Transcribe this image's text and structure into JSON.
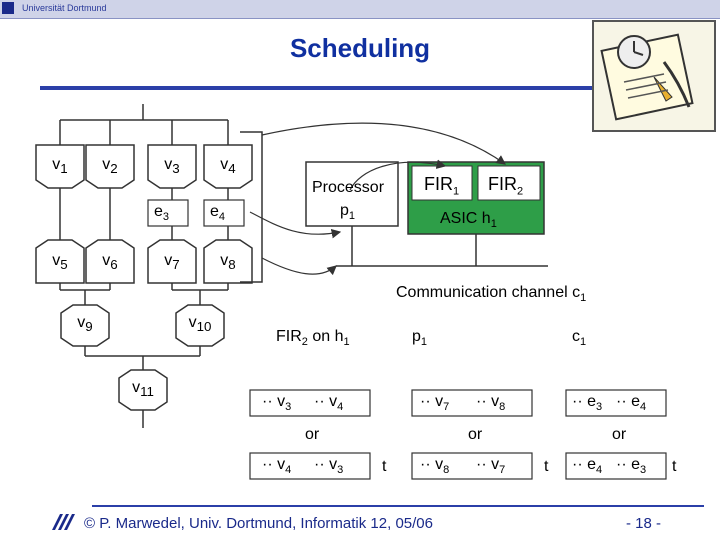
{
  "header": {
    "university": "Universität Dortmund",
    "title": "Scheduling"
  },
  "graph": {
    "nodes": [
      {
        "id": "v1",
        "label": "v",
        "sub": "1"
      },
      {
        "id": "v2",
        "label": "v",
        "sub": "2"
      },
      {
        "id": "v3",
        "label": "v",
        "sub": "3"
      },
      {
        "id": "v4",
        "label": "v",
        "sub": "4"
      },
      {
        "id": "v5",
        "label": "v",
        "sub": "5"
      },
      {
        "id": "v6",
        "label": "v",
        "sub": "6"
      },
      {
        "id": "v7",
        "label": "v",
        "sub": "7"
      },
      {
        "id": "v8",
        "label": "v",
        "sub": "8"
      },
      {
        "id": "v9",
        "label": "v",
        "sub": "9"
      },
      {
        "id": "v10",
        "label": "v",
        "sub": "10"
      },
      {
        "id": "v11",
        "label": "v",
        "sub": "11"
      }
    ],
    "edges_labels": [
      {
        "label": "e",
        "sub": "3"
      },
      {
        "label": "e",
        "sub": "4"
      }
    ]
  },
  "architecture": {
    "processor": {
      "label": "Processor",
      "name": "p",
      "sub": "1"
    },
    "asic": {
      "fir1": "FIR",
      "fir1_sub": "1",
      "fir2": "FIR",
      "fir2_sub": "2",
      "name": "ASIC h",
      "sub": "1"
    },
    "channel": {
      "label": "Communication channel c",
      "sub": "1"
    },
    "asic_color": "#2e9e48"
  },
  "schedules": {
    "fir2_title": "FIR",
    "fir2_sub": "2",
    "fir2_on": "on h",
    "fir2_on_sub": "1",
    "p1_title": "p",
    "p1_sub": "1",
    "c1_title": "c",
    "c1_sub": "1",
    "or": "or",
    "t": "t",
    "columns": [
      {
        "row1": [
          {
            "l": "v",
            "s": "3"
          },
          {
            "l": "v",
            "s": "4"
          }
        ],
        "row2": [
          {
            "l": "v",
            "s": "4"
          },
          {
            "l": "v",
            "s": "3"
          }
        ]
      },
      {
        "row1": [
          {
            "l": "v",
            "s": "7"
          },
          {
            "l": "v",
            "s": "8"
          }
        ],
        "row2": [
          {
            "l": "v",
            "s": "8"
          },
          {
            "l": "v",
            "s": "7"
          }
        ]
      },
      {
        "row1": [
          {
            "l": "e",
            "s": "3"
          },
          {
            "l": "e",
            "s": "4"
          }
        ],
        "row2": [
          {
            "l": "e",
            "s": "4"
          },
          {
            "l": "e",
            "s": "3"
          }
        ]
      }
    ]
  },
  "footer": {
    "text": "© P. Marwedel, Univ. Dortmund, Informatik 12, 05/06",
    "page": "- 18 -"
  }
}
